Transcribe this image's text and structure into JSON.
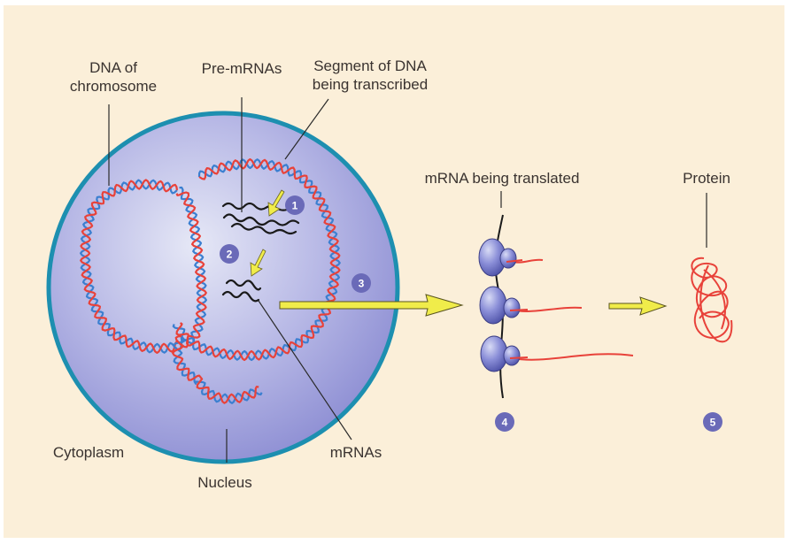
{
  "diagram": {
    "title": "Gene expression: transcription in the nucleus and translation in the cytoplasm",
    "labels": {
      "dna_of_chromosome_line1": "DNA of",
      "dna_of_chromosome_line2": "chromosome",
      "pre_mrnas": "Pre-mRNAs",
      "segment_line1": "Segment of DNA",
      "segment_line2": "being transcribed",
      "mrna_translated": "mRNA being translated",
      "protein": "Protein",
      "cytoplasm": "Cytoplasm",
      "nucleus": "Nucleus",
      "mrnas": "mRNAs"
    },
    "steps": [
      "1",
      "2",
      "3",
      "4",
      "5"
    ],
    "colors": {
      "background": "#fbefd9",
      "nucleus_fill": "#a9a9e0",
      "nucleus_border": "#1d8fb0",
      "dna_strand_a": "#e8423a",
      "dna_strand_b": "#3b7fd0",
      "arrow": "#f0ec4a",
      "step_badge": "#6a6ab8",
      "ribosome": "#7a7fd0",
      "polypeptide": "#e8423a"
    },
    "ribosome_count": 3
  }
}
